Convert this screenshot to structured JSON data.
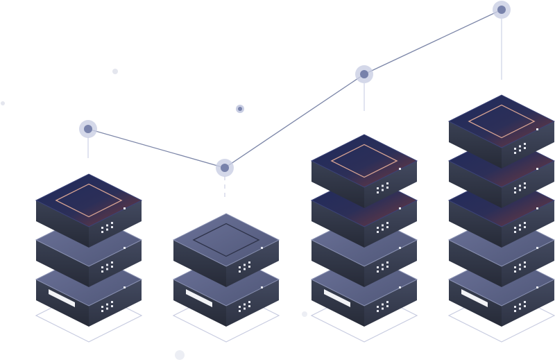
{
  "illustration": {
    "subject": "server-stacks-growth",
    "stacks": [
      {
        "id": "stack-1",
        "units": 3,
        "highlighted_units": 1
      },
      {
        "id": "stack-2",
        "units": 2,
        "highlighted_units": 0
      },
      {
        "id": "stack-3",
        "units": 4,
        "highlighted_units": 2
      },
      {
        "id": "stack-4",
        "units": 5,
        "highlighted_units": 3
      }
    ],
    "trend_points": 4
  },
  "colors": {
    "background": "#ffffff",
    "line": "#7c86a8",
    "node": "#7882ab",
    "node_halo": "#c9cee3",
    "unit_top": "#5a6184",
    "unit_side_left": "#2c3140",
    "unit_side_right": "#3a4052",
    "unit_top_highlight": "#1f2a5c",
    "unit_glow": "#7a3a3a",
    "base_outline": "#c7cbe0",
    "label_bar": "#f2f3f6"
  }
}
